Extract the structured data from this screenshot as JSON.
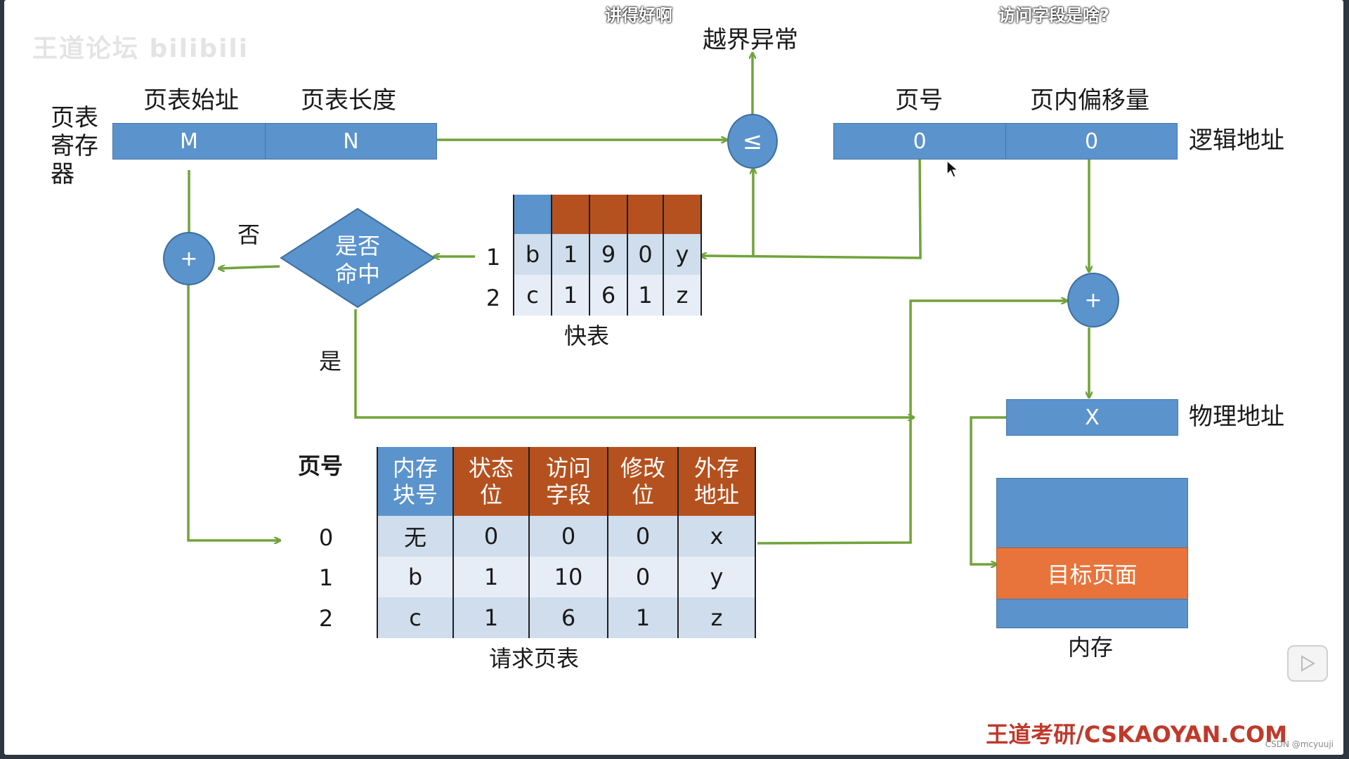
{
  "danmaku": [
    "讲得好啊",
    "访问字段是啥?"
  ],
  "watermark": "王道论坛 bilibili",
  "page_table_register": {
    "label": "页表寄存器",
    "fields": [
      {
        "header": "页表始址",
        "value": "M"
      },
      {
        "header": "页表长度",
        "value": "N"
      }
    ]
  },
  "logical_address": {
    "label": "逻辑地址",
    "fields": [
      {
        "header": "页号",
        "value": "0"
      },
      {
        "header": "页内偏移量",
        "value": "0"
      }
    ]
  },
  "compare": {
    "symbol": "≤",
    "exception_label": "越界异常"
  },
  "adder_symbol": "+",
  "decision": {
    "text": "是否命中",
    "no_label": "否",
    "yes_label": "是"
  },
  "tlb": {
    "label": "快表",
    "rows": [
      {
        "row_label": "1",
        "cells": [
          "b",
          "1",
          "9",
          "0",
          "y"
        ]
      },
      {
        "row_label": "2",
        "cells": [
          "c",
          "1",
          "6",
          "1",
          "z"
        ]
      }
    ]
  },
  "physical_address": {
    "label": "物理地址",
    "value": "X"
  },
  "memory": {
    "label": "内存",
    "target_page": "目标页面"
  },
  "request_page_table": {
    "label": "请求页表",
    "page_no_header": "页号",
    "headers": [
      "内存块号",
      "状态位",
      "访问字段",
      "修改位",
      "外存地址"
    ],
    "rows": [
      {
        "page": "0",
        "cells": [
          "无",
          "0",
          "0",
          "0",
          "x"
        ]
      },
      {
        "page": "1",
        "cells": [
          "b",
          "1",
          "10",
          "0",
          "y"
        ]
      },
      {
        "page": "2",
        "cells": [
          "c",
          "1",
          "6",
          "1",
          "z"
        ]
      }
    ]
  },
  "footer": "王道考研/CSKAOYAN.COM",
  "csdn_credit": "CSDN @mcyuuji",
  "colors": {
    "blue": "#5b93cc",
    "brown": "#b5511f",
    "orange": "#e8743b",
    "arrow_green": "#70a33a"
  }
}
